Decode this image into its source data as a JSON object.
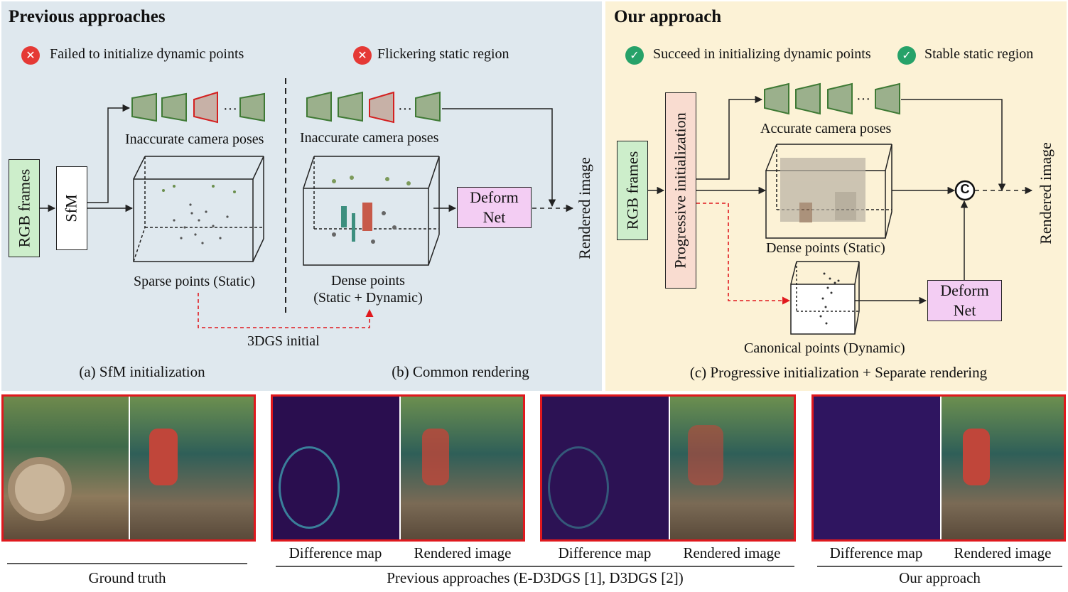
{
  "colors": {
    "prev_bg": "#dfe8ee",
    "ours_bg": "#fcf2d6",
    "rgb_box": "#cdeecb",
    "prog_box": "#f9dcd0",
    "deform_box": "#f3cdf3",
    "fail": "#e53935",
    "success": "#26a269",
    "frame_red": "#e0191e",
    "camera_green": "#3f7a35",
    "camera_red": "#d42020"
  },
  "icons": [
    "cross-icon",
    "check-icon",
    "camera-frustum-icon",
    "concat-icon"
  ],
  "previous": {
    "heading": "Previous approaches",
    "fail1": "Failed to initialize dynamic points",
    "fail2": "Flickering static region",
    "rgb_frames": "RGB frames",
    "sfm": "SfM",
    "inaccurate_poses_a": "Inaccurate camera poses",
    "inaccurate_poses_b": "Inaccurate camera poses",
    "sparse_points": "Sparse points (Static)",
    "dense_points_line1": "Dense points",
    "dense_points_line2": "(Static + Dynamic)",
    "deform_net": "Deform Net",
    "rendered_image": "Rendered image",
    "init_label": "3DGS initial",
    "caption_a": "(a) SfM initialization",
    "caption_b": "(b) Common rendering",
    "dots": "···"
  },
  "ours": {
    "heading": "Our approach",
    "ok1": "Succeed in initializing dynamic points",
    "ok2": "Stable static region",
    "rgb_frames": "RGB frames",
    "prog_init": "Progressive initialization",
    "accurate_poses": "Accurate camera poses",
    "dense_points": "Dense points (Static)",
    "canonical_points": "Canonical points (Dynamic)",
    "deform_net": "Deform Net",
    "rendered_image": "Rendered image",
    "concat_symbol": "C",
    "caption_c": "(c) Progressive initialization + Separate rendering",
    "dots": "···"
  },
  "bottom": {
    "ground_truth": "Ground truth",
    "diff_map_1": "Difference map",
    "rendered_1": "Rendered image",
    "diff_map_2": "Difference map",
    "rendered_2": "Rendered image",
    "previous_caption": "Previous approaches (E-D3DGS [1], D3DGS [2])",
    "diff_map_3": "Difference map",
    "rendered_3": "Rendered image",
    "ours_caption": "Our approach"
  }
}
